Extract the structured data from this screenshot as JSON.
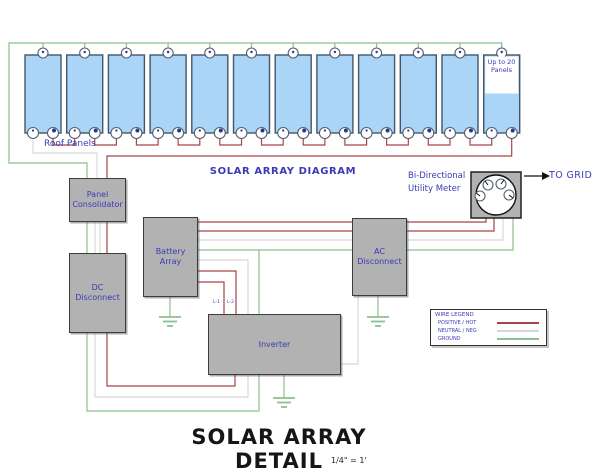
{
  "colors": {
    "wire_positive": "#a84444",
    "wire_neutral": "#d8d8d8",
    "wire_ground": "#8cc08c",
    "panel_fill": "#aad5f6",
    "box_fill": "#b2b2b2",
    "label_blue": "#3a3ab8"
  },
  "roof": {
    "label": "Roof Panels",
    "panel_count": 12,
    "capacity_note": "Up to 20 Panels"
  },
  "diagram_title": "SOLAR ARRAY DIAGRAM",
  "boxes": {
    "panel_consolidator": "Panel Consolidator",
    "dc_disconnect": "DC Disconnect",
    "battery_array": "Battery Array",
    "ac_disconnect": "AC Disconnect",
    "inverter": "Inverter"
  },
  "meter": {
    "label": "Bi-Directional Utility Meter",
    "to_grid": "TO GRID"
  },
  "inverter_terminals": [
    "L-1",
    "L-2"
  ],
  "legend": {
    "title": "WIRE LEGEND",
    "items": [
      {
        "label": "POSITIVE / HOT",
        "color_key": "wire_positive"
      },
      {
        "label": "NEUTRAL / NEG",
        "color_key": "wire_neutral"
      },
      {
        "label": "GROUND",
        "color_key": "wire_ground"
      }
    ]
  },
  "footer": {
    "title": "SOLAR ARRAY DETAIL",
    "scale": "1/4\" = 1'"
  }
}
